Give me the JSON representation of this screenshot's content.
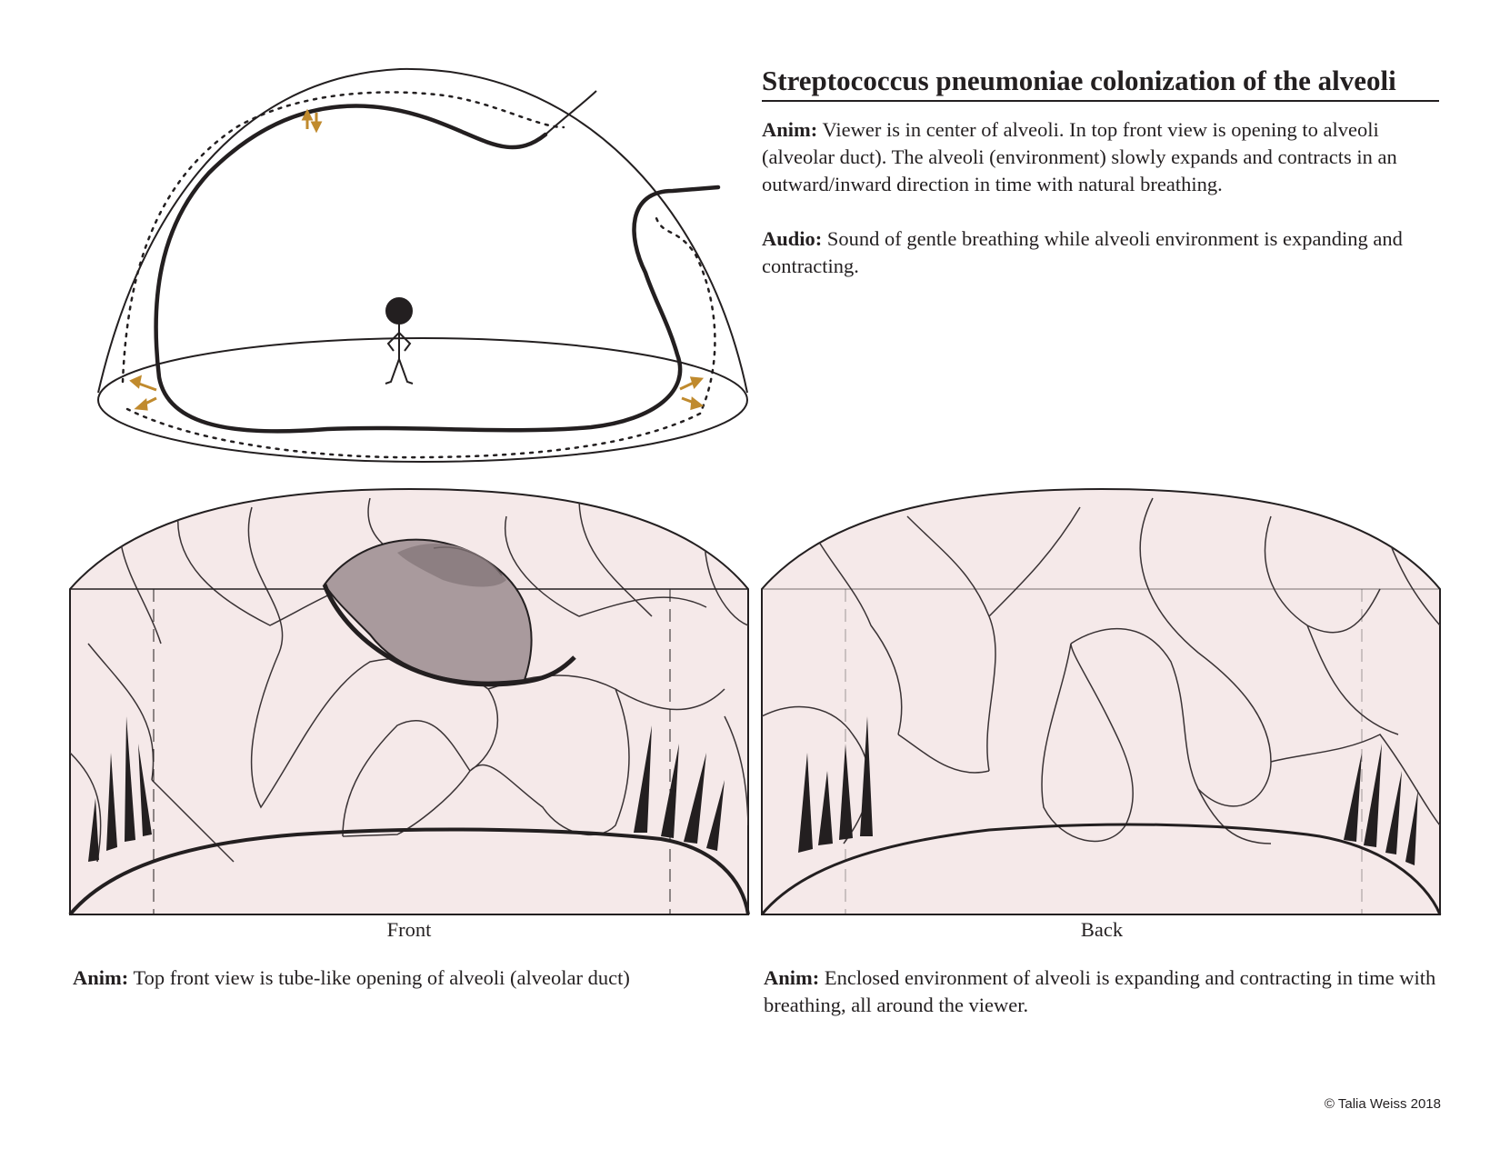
{
  "title": "Streptococcus pneumoniae colonization of the alveoli",
  "intro": {
    "anim_label": "Anim:",
    "anim_text": " Viewer is in center of alveoli. In top front view is opening to alveoli (alveolar duct). The alveoli (environment) slowly expands and contracts in an outward/inward direction in time with natural breathing.",
    "audio_label": "Audio:",
    "audio_text": " Sound of gentle breathing while alveoli environment is expanding and contracting."
  },
  "panels": {
    "front": {
      "label": "Front",
      "caption_label": "Anim:",
      "caption_text": " Top front view is tube-like opening of alveoli (alveolar duct)"
    },
    "back": {
      "label": "Back",
      "caption_label": "Anim:",
      "caption_text": " Enclosed environment of alveoli is expanding and contracting in time with breathing, all around the viewer."
    }
  },
  "copyright": "©  Talia Weiss 2018",
  "colors": {
    "ink": "#231f20",
    "panel_fill": "#f5e9e9",
    "arrow": "#c08a2d",
    "duct_fill": "#a99a9d"
  }
}
